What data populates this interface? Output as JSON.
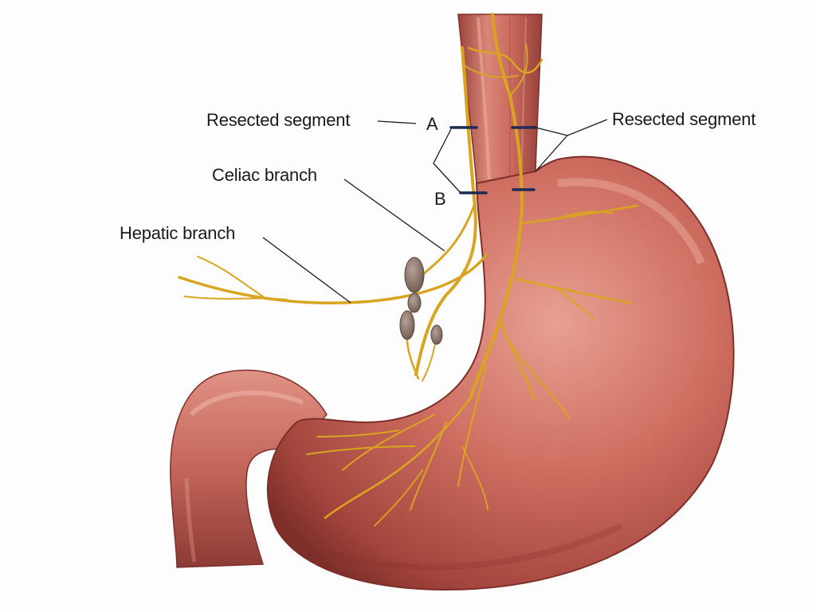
{
  "labels": {
    "resected_left": "Resected segment",
    "resected_right": "Resected segment",
    "celiac": "Celiac branch",
    "hepatic": "Hepatic branch",
    "marker_a": "A",
    "marker_b": "B"
  },
  "colors": {
    "stomach": "#c8685c",
    "stomach_dark": "#8e3a34",
    "stomach_light": "#e59a8c",
    "nerve": "#d9a520",
    "nerve_dark": "#a87810",
    "ganglion": "#8c7468",
    "clamp": "#1f2a55",
    "leader": "#1a1a1a"
  }
}
